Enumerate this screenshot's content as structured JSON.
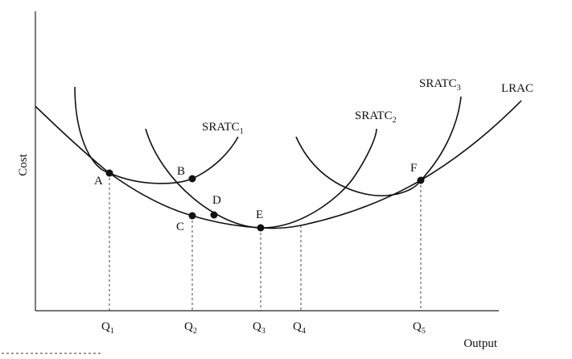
{
  "axes": {
    "y_label": "Cost",
    "x_label": "Output"
  },
  "curves": {
    "lrac": "LRAC",
    "sratc1": {
      "base": "SRATC",
      "sub": "1"
    },
    "sratc2": {
      "base": "SRATC",
      "sub": "2"
    },
    "sratc3": {
      "base": "SRATC",
      "sub": "3"
    }
  },
  "points": {
    "a": "A",
    "b": "B",
    "c": "C",
    "d": "D",
    "e": "E",
    "f": "F"
  },
  "quantities": {
    "q1": {
      "base": "Q",
      "sub": "1"
    },
    "q2": {
      "base": "Q",
      "sub": "2"
    },
    "q3": {
      "base": "Q",
      "sub": "3"
    },
    "q4": {
      "base": "Q",
      "sub": "4"
    },
    "q5": {
      "base": "Q",
      "sub": "5"
    }
  }
}
